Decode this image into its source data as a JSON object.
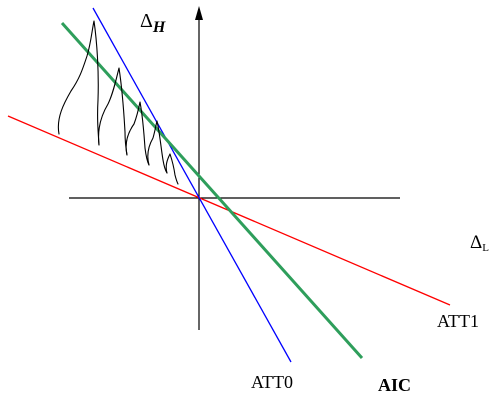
{
  "axes": {
    "vertical_label": {
      "symbol": "Δ",
      "subscript": "H"
    },
    "horizontal_label": {
      "symbol": "Δ",
      "subscript": "L"
    }
  },
  "lines": [
    {
      "name": "ATT0",
      "color": "#0000ff"
    },
    {
      "name": "ATT1",
      "color": "#ff0000"
    },
    {
      "name": "AIC",
      "color": "#2e9e5b"
    }
  ],
  "labels": {
    "att0": "ATT0",
    "att1": "ATT1",
    "aic": "AIC"
  }
}
